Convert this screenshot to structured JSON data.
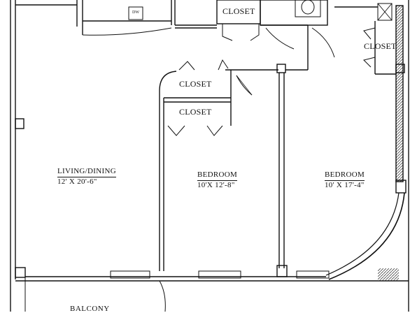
{
  "labels": {
    "closet_top": "CLOSET",
    "closet_right": "CLOSET",
    "closet_mid_upper": "CLOSET",
    "closet_mid_lower": "CLOSET",
    "living_name": "LIVING/DINING",
    "living_dim": "12' X 20'-6\"",
    "bed1_name": "BEDROOM",
    "bed1_dim": "10'X 12'-8\"",
    "bed2_name": "BEDROOM",
    "bed2_dim": "10' X 17'-4\"",
    "balcony": "BALCONY",
    "small_mark": "DW"
  },
  "colors": {
    "line": "#111111",
    "hatch": "#555555",
    "background": "#ffffff"
  }
}
